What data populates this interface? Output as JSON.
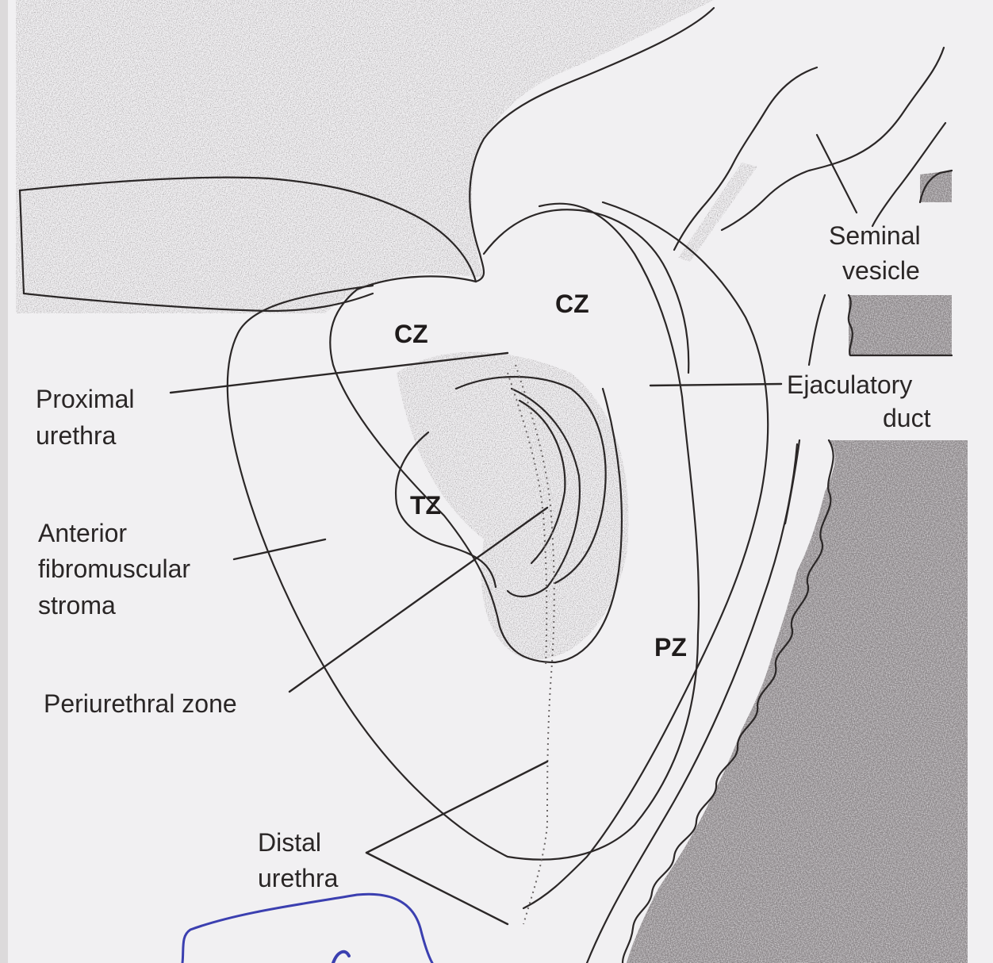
{
  "labels": {
    "seminal_vesicle_line1": "Seminal",
    "seminal_vesicle_line2": "vesicle",
    "ejaculatory_duct_line1": "Ejaculatory",
    "ejaculatory_duct_line2": "duct",
    "proximal_urethra_line1": "Proximal",
    "proximal_urethra_line2": "urethra",
    "afs_line1": "Anterior",
    "afs_line2": "fibromuscular",
    "afs_line3": "stroma",
    "periurethral_zone": "Periurethral zone",
    "distal_urethra_line1": "Distal",
    "distal_urethra_line2": "urethra"
  },
  "zones": {
    "cz_left": "CZ",
    "cz_right": "CZ",
    "tz": "TZ",
    "pz": "PZ"
  },
  "colors": {
    "paper": "#f1f0f2",
    "ink": "#2b2727",
    "stipple": "#c9c6c8",
    "dark_stipple": "#8f8b8d",
    "pen_mark": "#3b3fb0"
  }
}
